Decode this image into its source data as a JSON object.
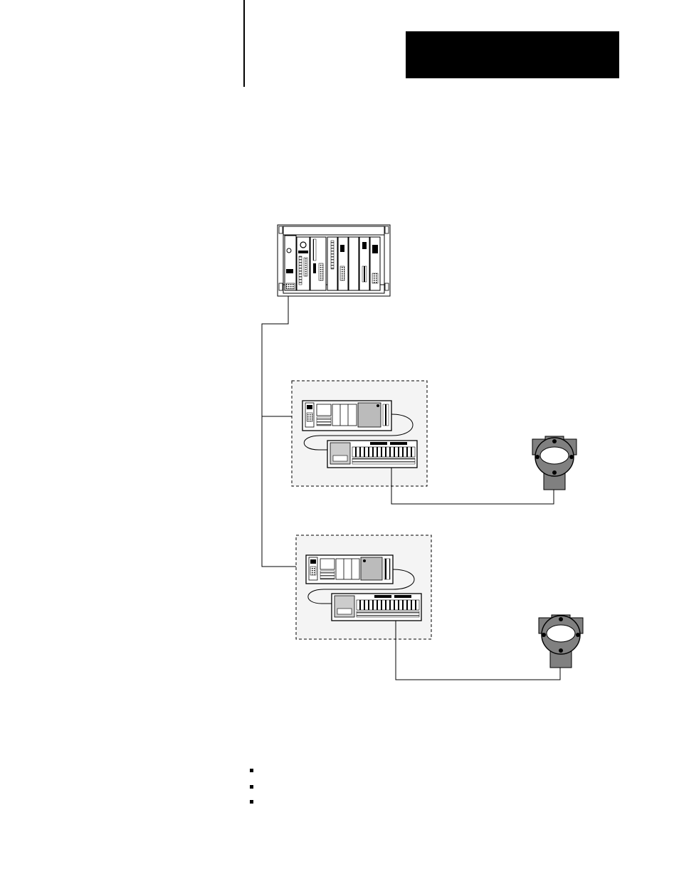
{
  "page": {
    "header_tab_color": "#000000",
    "bullet_count": 3
  },
  "diagram": {
    "nodes": [
      {
        "id": "controller-chassis",
        "kind": "rack-chassis"
      },
      {
        "id": "io-station-1",
        "kind": "io-adapter-with-terminal-base"
      },
      {
        "id": "io-station-2",
        "kind": "io-adapter-with-terminal-base"
      },
      {
        "id": "field-transmitter-1",
        "kind": "transmitter"
      },
      {
        "id": "field-transmitter-2",
        "kind": "transmitter"
      }
    ],
    "links": [
      {
        "from": "controller-chassis",
        "to": "io-station-1"
      },
      {
        "from": "controller-chassis",
        "to": "io-station-2"
      },
      {
        "from": "io-station-1",
        "to": "field-transmitter-1"
      },
      {
        "from": "io-station-2",
        "to": "field-transmitter-2"
      }
    ],
    "colors": {
      "line": "#000000",
      "station_fill": "#f4f4f4",
      "transmitter_fill": "#808080",
      "device_fill": "#ffffff"
    }
  }
}
